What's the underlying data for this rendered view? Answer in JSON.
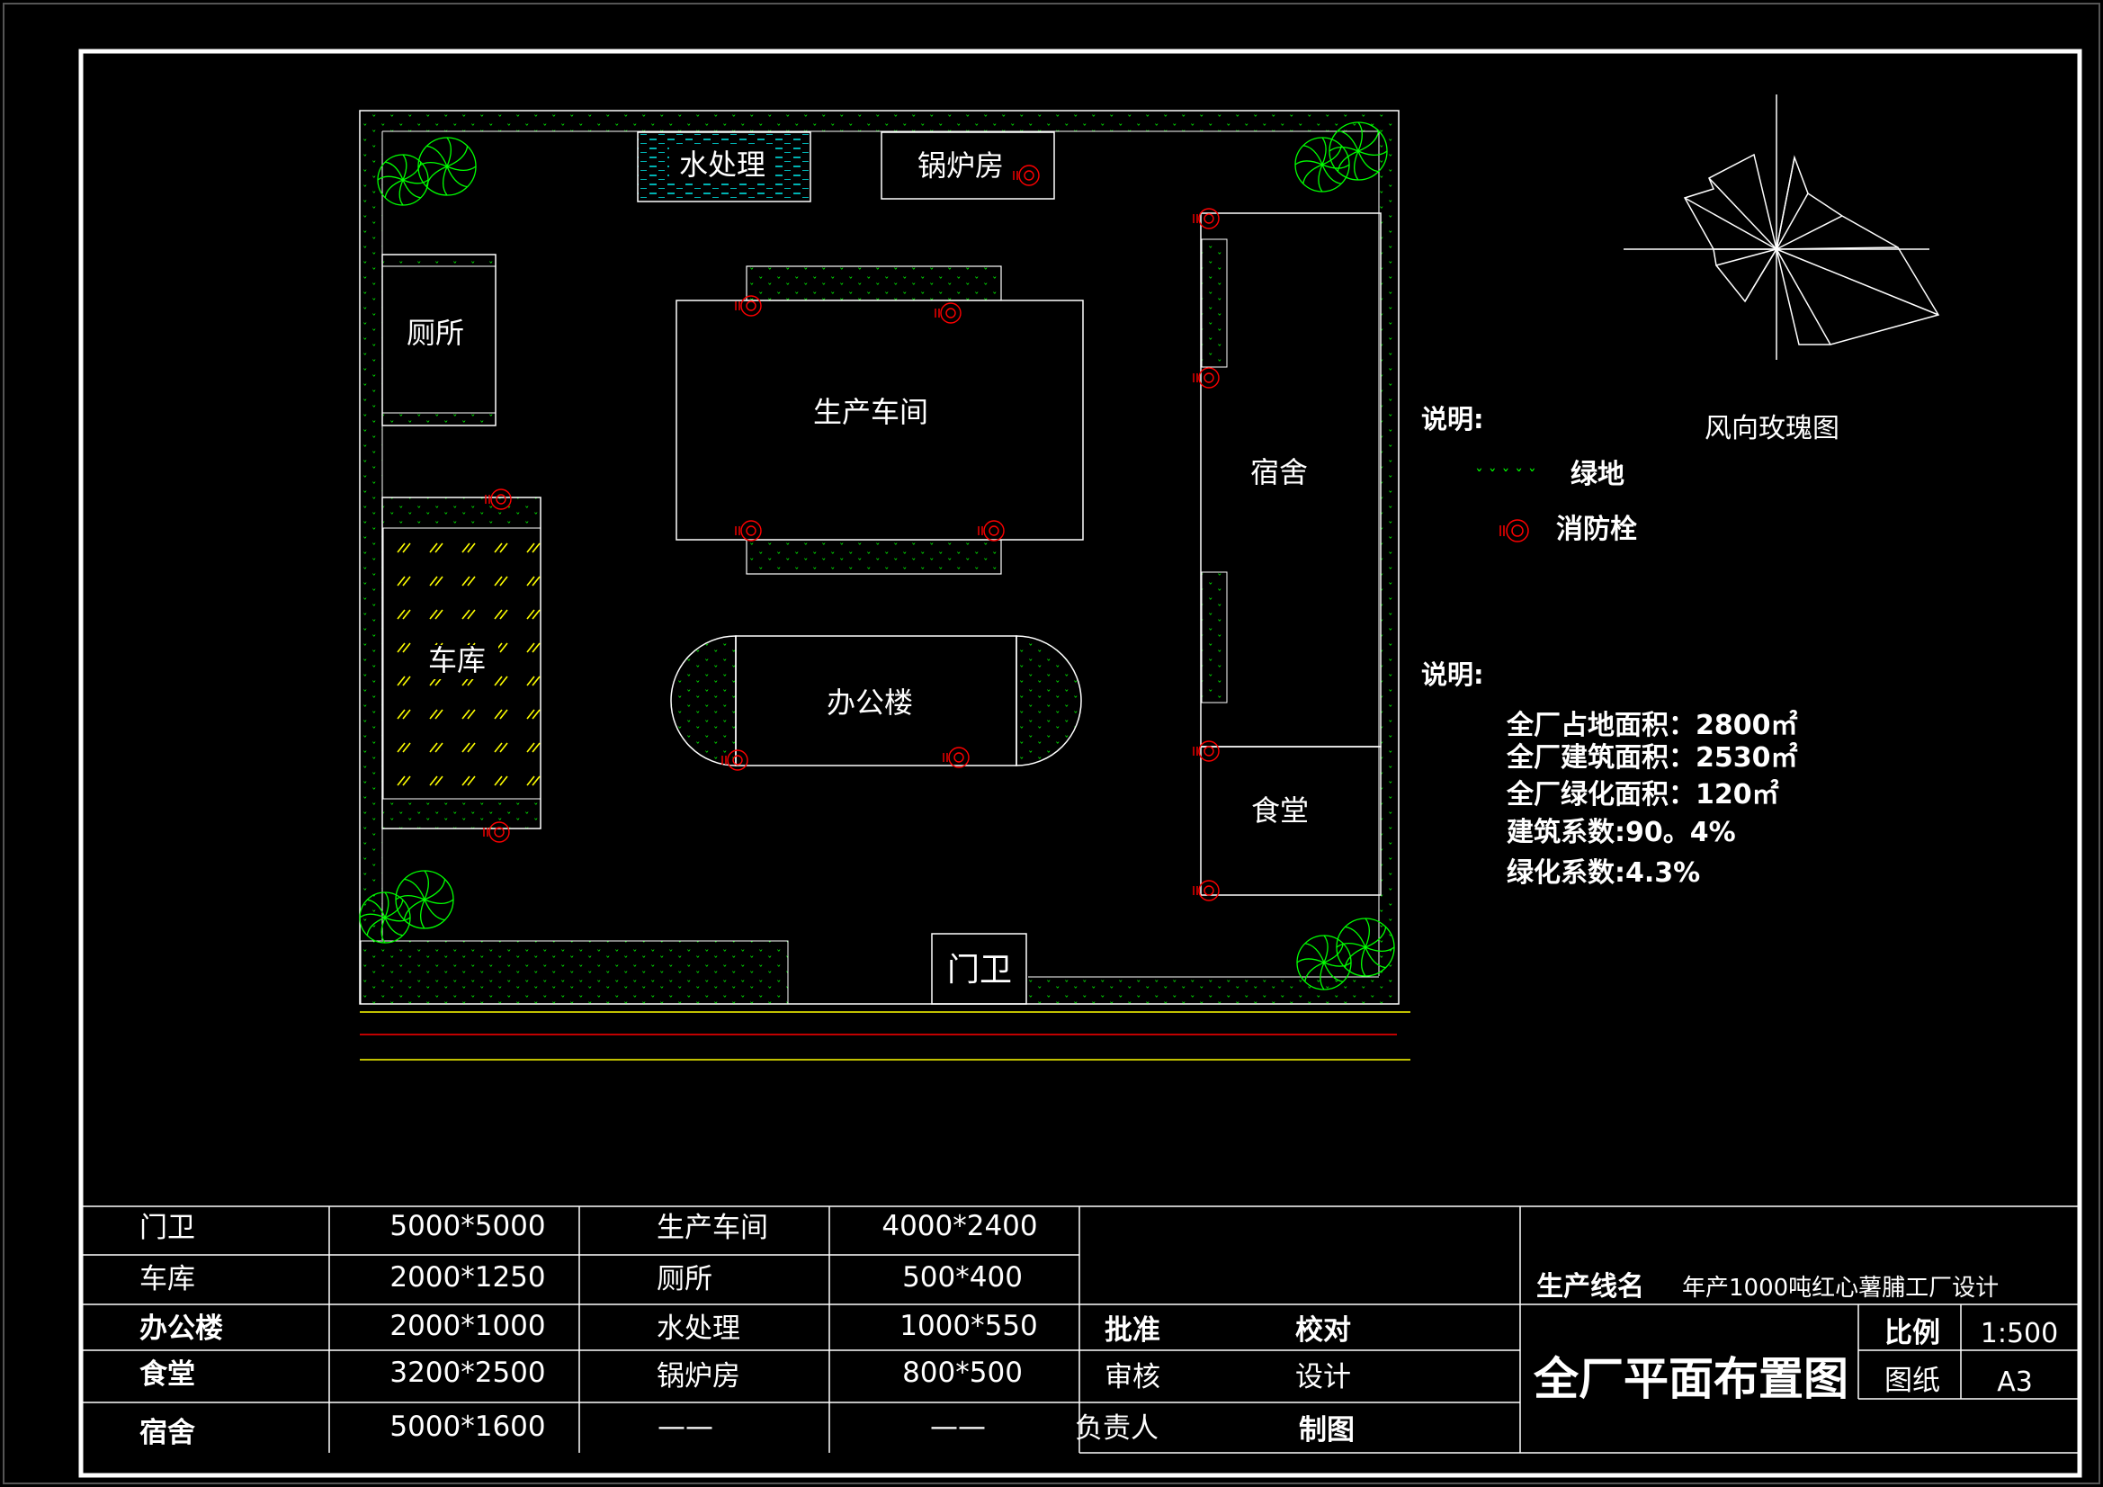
{
  "buildings": {
    "water": "水处理",
    "boiler": "锅炉房",
    "toilet": "厕所",
    "workshop": "生产车间",
    "dorm": "宿舍",
    "garage": "车库",
    "office": "办公楼",
    "canteen": "食堂",
    "gate": "门卫"
  },
  "wind_rose_label": "风向玫瑰图",
  "legend": {
    "title": "说明:",
    "green_label": "绿地",
    "hydrant_label": "消防栓"
  },
  "notes": {
    "title": "说明:",
    "lines": [
      "全厂占地面积：2800㎡",
      "全厂建筑面积：2530㎡",
      "全厂绿化面积：120㎡",
      "建筑系数:90。4%",
      "绿化系数:4.3%"
    ]
  },
  "sizes_table": [
    [
      "门卫",
      "5000*5000",
      "生产车间",
      "4000*2400"
    ],
    [
      "车库",
      "2000*1250",
      "厕所",
      "500*400"
    ],
    [
      "办公楼",
      "2000*1000",
      "水处理",
      "1000*550"
    ],
    [
      "食堂",
      "3200*2500",
      "锅炉房",
      "800*500"
    ],
    [
      "宿舍",
      "5000*1600",
      "——",
      "——"
    ]
  ],
  "signoff": {
    "approve": "批准",
    "check": "校对",
    "review": "审核",
    "design": "设计",
    "owner": "负责人",
    "draw": "制图"
  },
  "title_block": {
    "line_label": "生产线名",
    "line_value": "年产1000吨红心薯脯工厂设计",
    "drawing_title": "全厂平面布置图",
    "scale_label": "比例",
    "scale_value": "1:500",
    "paper_label": "图纸",
    "paper_value": "A3"
  },
  "colors": {
    "background": "#000000",
    "lines": "#ffffff",
    "green": "#00ff00",
    "hydrant": "#ff0000",
    "water": "#00ffff",
    "hatch": "#ffff00"
  }
}
